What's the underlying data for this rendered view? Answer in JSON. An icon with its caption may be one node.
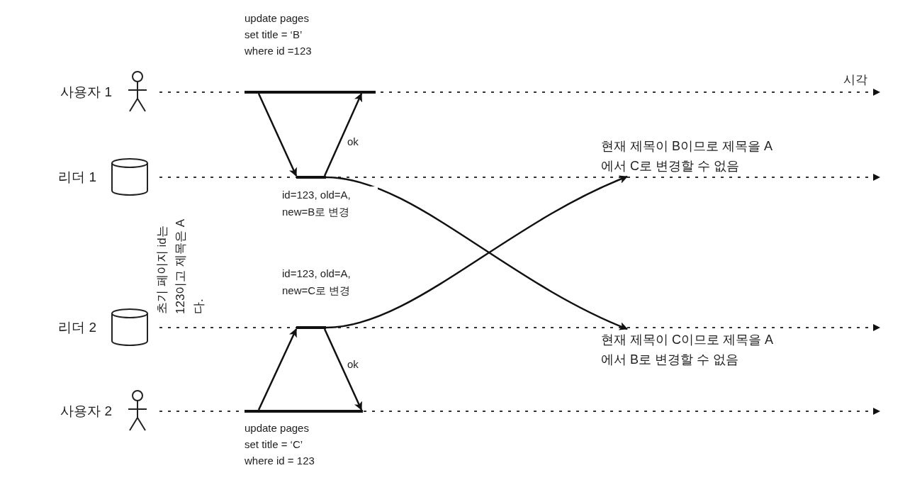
{
  "diagram": {
    "nodes": [
      {
        "text": [
          "사용자 1"
        ]
      },
      {
        "text": [
          "리더 1"
        ]
      },
      {
        "text": [
          "리더 2"
        ]
      },
      {
        "text": [
          "사용자 2"
        ]
      },
      {
        "text": [],
        "shape": "bar"
      },
      {
        "text": [],
        "shape": "bar"
      },
      {
        "text": [],
        "shape": "bar"
      },
      {
        "text": [],
        "shape": "bar"
      },
      {
        "text": [
          "현재 제목이 B이므로 제목을 A에서 C로 변경할 수 없음"
        ]
      },
      {
        "text": [
          "현재 제목이 C이므로 제목을 A에서 B로 변경할 수 없음"
        ]
      }
    ],
    "edges": [
      {
        "from": 4,
        "to": 5,
        "arrow": "to"
      },
      {
        "from": 5,
        "to": 4,
        "arrow": "to",
        "label": "ok"
      },
      {
        "from": 5,
        "to": 9,
        "arrow": "to",
        "label": "id=123, old=A, new=B로 변경"
      },
      {
        "from": 6,
        "to": 8,
        "arrow": "to",
        "label": "id=123, old=A, new=C로 변경"
      },
      {
        "from": 7,
        "to": 6,
        "arrow": "to"
      },
      {
        "from": 6,
        "to": 7,
        "arrow": "to",
        "label": "ok"
      }
    ],
    "labels": [
      "update pages set title = ‘B’ where id =123",
      "시각",
      "초기 페이지 id는 123이고 제목은 A다.",
      "update pages set title = ‘C’ where id = 123"
    ]
  }
}
